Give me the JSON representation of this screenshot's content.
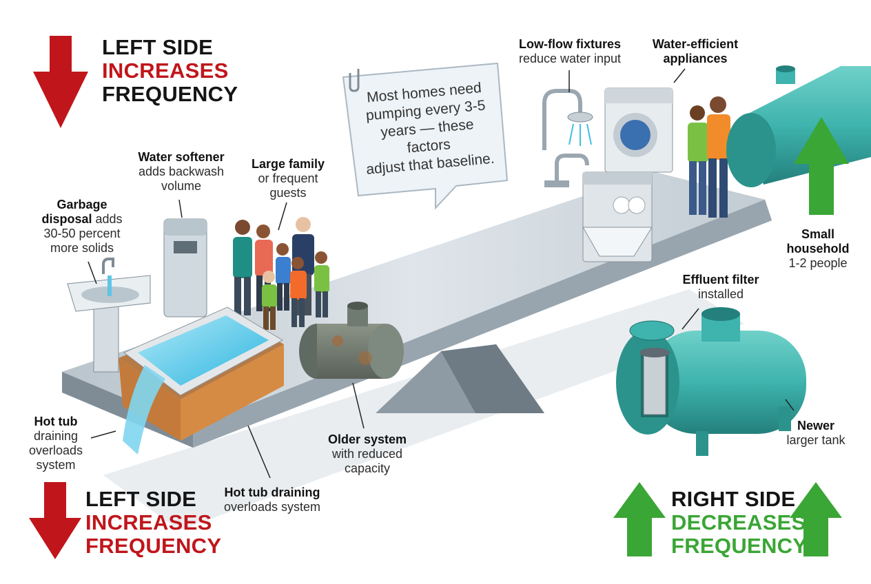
{
  "colors": {
    "increase": "#c0161b",
    "decrease": "#3aa635",
    "dark": "#141414",
    "teal": "#3fb3ad",
    "beam": "#a9b5bf"
  },
  "headlines": {
    "top_left": {
      "line1": "LEFT SIDE",
      "line2": "INCREASES",
      "line3": "FREQUENCY"
    },
    "bottom_left": {
      "line1": "LEFT SIDE",
      "line2": "INCREASES",
      "line3": "FREQUENCY"
    },
    "bottom_right": {
      "line1": "RIGHT SIDE",
      "line2": "DECREASES",
      "line3": "FREQUENCY"
    }
  },
  "callout": {
    "line1": "Most homes need",
    "line2": "pumping every 3-5",
    "line3": "years — these factors",
    "line4": "adjust that baseline."
  },
  "labels": {
    "water_softener": {
      "bold": "Water softener",
      "line2": "adds backwash",
      "line3": "volume"
    },
    "large_family": {
      "bold": "Large family",
      "line2": "or frequent",
      "line3": "guests"
    },
    "garbage_disposal": {
      "bold1": "Garbage",
      "bold2": "disposal",
      "rest2": " adds",
      "line3": "30-50 percent",
      "line4": "more solids"
    },
    "hot_tub_left": {
      "bold": "Hot tub",
      "line2": "draining",
      "line3": "overloads",
      "line4": "system"
    },
    "hot_tub_bottom": {
      "bold": "Hot tub draining",
      "line2": "overloads system"
    },
    "older_system": {
      "bold": "Older system",
      "line2": "with reduced",
      "line3": "capacity"
    },
    "low_flow": {
      "bold": "Low-flow fixtures",
      "line2": "reduce water input"
    },
    "efficient_appliances": {
      "bold1": "Water-efficient",
      "bold2": "appliances"
    },
    "small_household": {
      "bold1": "Small",
      "bold2": "household",
      "line3": "1-2 people"
    },
    "effluent_filter": {
      "bold": "Effluent filter",
      "line2": "installed"
    },
    "newer_tank": {
      "bold": "Newer",
      "line2": "larger tank"
    }
  }
}
